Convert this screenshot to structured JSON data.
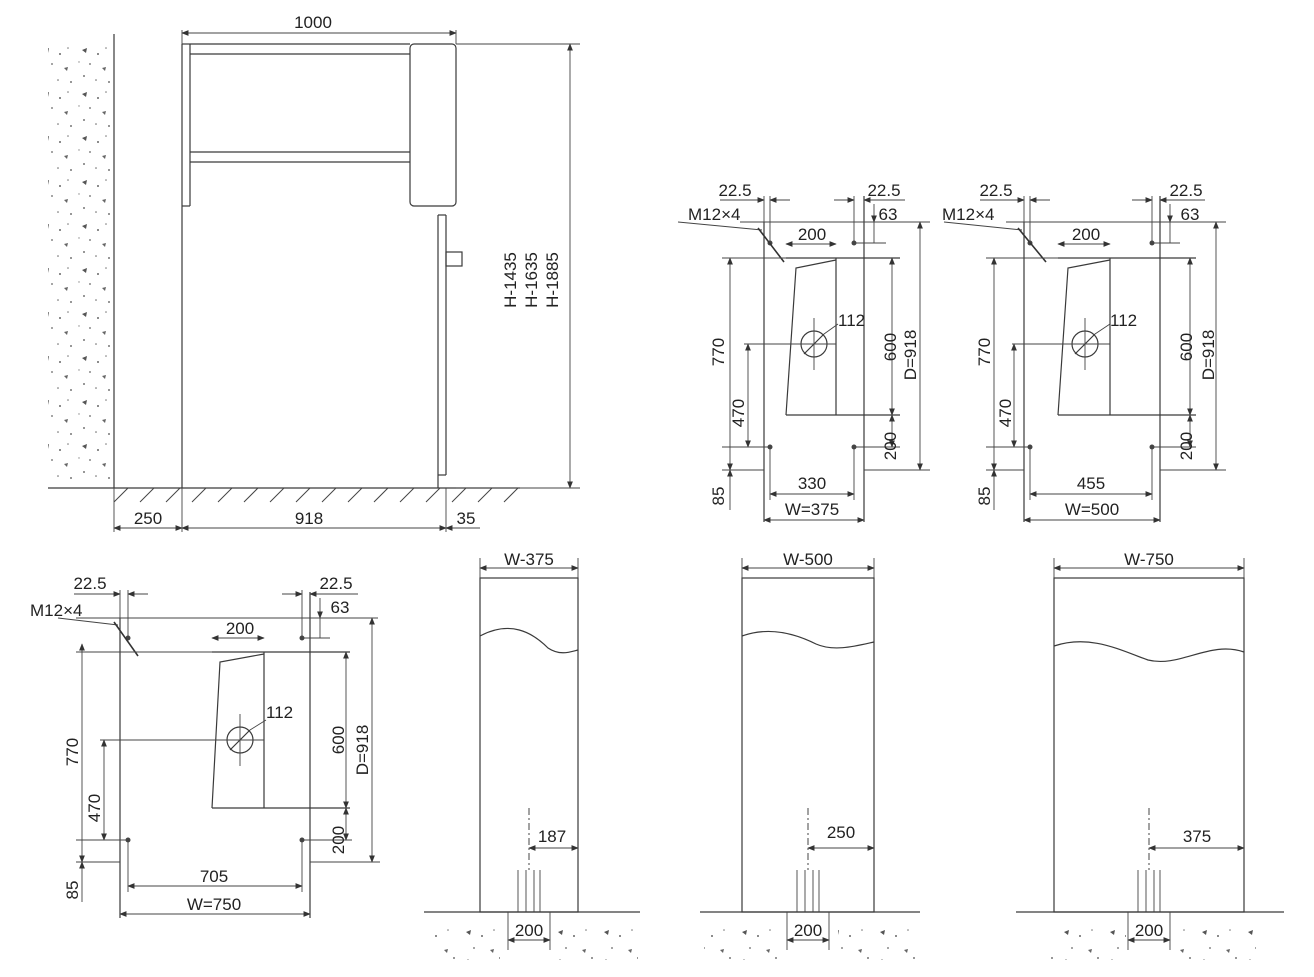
{
  "side_view": {
    "width_top": "1000",
    "heights": [
      "H-1435",
      "H-1635",
      "H-1885"
    ],
    "wall_gap": "250",
    "depth": "918",
    "front_offset": "35"
  },
  "plan_375": {
    "left_offset": "22.5",
    "right_offset": "22.5",
    "top_offset": "63",
    "bolt": "M12×4",
    "opening_width": "200",
    "hole_dia": "112",
    "dim_770": "770",
    "dim_470": "470",
    "dim_85": "85",
    "dim_600": "600",
    "dim_200": "200",
    "depth": "D=918",
    "bolt_span": "330",
    "width": "W=375"
  },
  "plan_500": {
    "left_offset": "22.5",
    "right_offset": "22.5",
    "top_offset": "63",
    "bolt": "M12×4",
    "opening_width": "200",
    "hole_dia": "112",
    "dim_770": "770",
    "dim_470": "470",
    "dim_85": "85",
    "dim_600": "600",
    "dim_200": "200",
    "depth": "D=918",
    "bolt_span": "455",
    "width": "W=500"
  },
  "plan_750": {
    "left_offset": "22.5",
    "right_offset": "22.5",
    "top_offset": "63",
    "bolt": "M12×4",
    "opening_width": "200",
    "hole_dia": "112",
    "dim_770": "770",
    "dim_470": "470",
    "dim_85": "85",
    "dim_600": "600",
    "dim_200": "200",
    "depth": "D=918",
    "bolt_span": "705",
    "width": "W=750"
  },
  "front_375": {
    "width": "W-375",
    "half": "187",
    "base": "200"
  },
  "front_500": {
    "width": "W-500",
    "half": "250",
    "base": "200"
  },
  "front_750": {
    "width": "W-750",
    "half": "375",
    "base": "200"
  }
}
